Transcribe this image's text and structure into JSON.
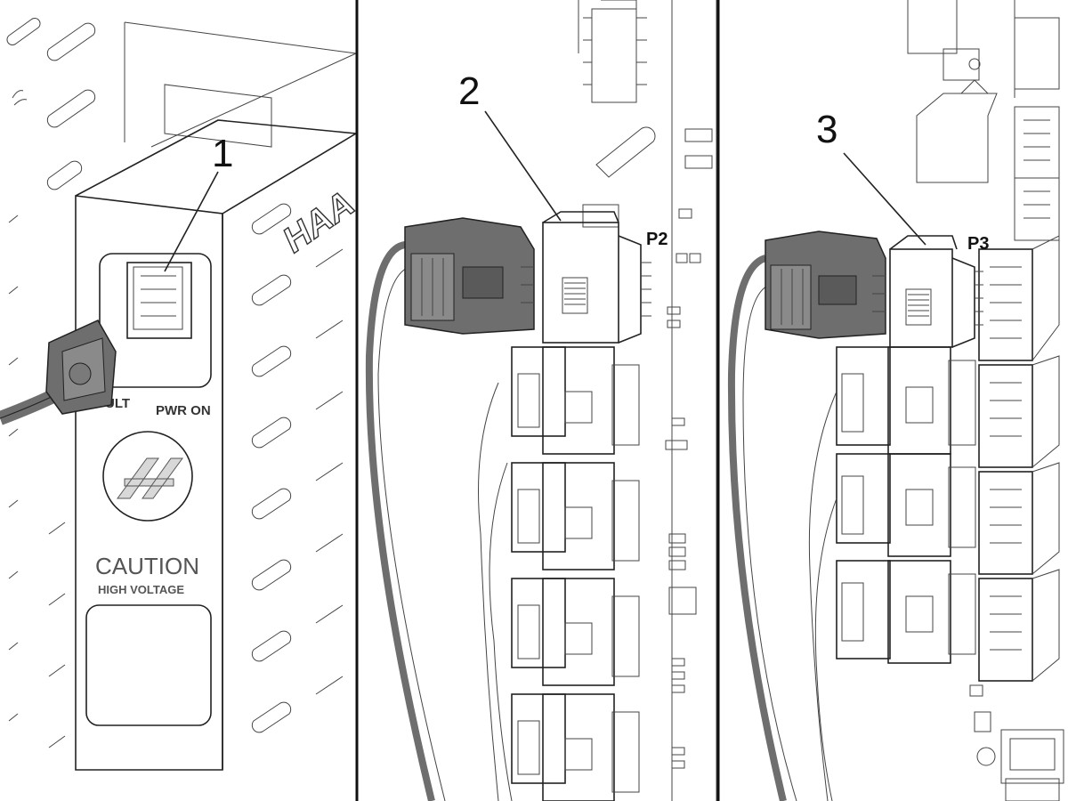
{
  "panels": [
    {
      "callout": "1",
      "labels": {
        "fault": "ULT",
        "power": "PWR ON",
        "caution": "CAUTION",
        "warning": "HIGH VOLTAGE",
        "logo_text": "HAA"
      }
    },
    {
      "callout": "2",
      "connector_label": "P2"
    },
    {
      "callout": "3",
      "connector_label": "P3"
    }
  ],
  "colors": {
    "connector_dark": "#6e6e6e",
    "connector_highlight": "#bdbdbd",
    "outline": "#222222",
    "background": "#ffffff"
  }
}
